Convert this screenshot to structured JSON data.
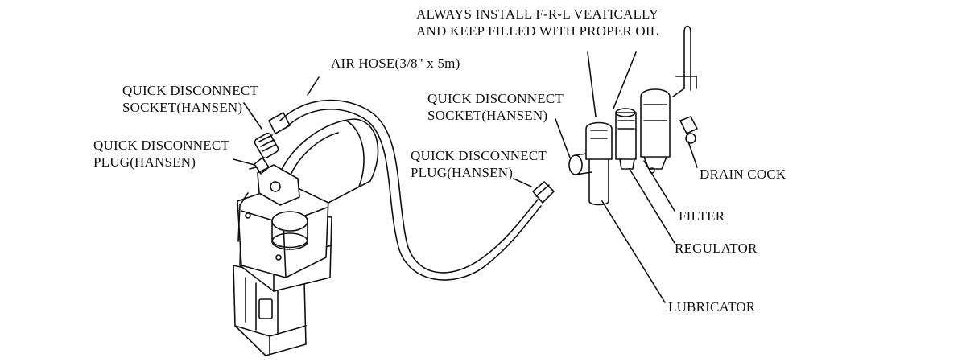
{
  "colors": {
    "ink": "#111111",
    "background": "#ffffff"
  },
  "labels": {
    "install_note": {
      "line1": "ALWAYS INSTALL F-R-L VEATICALLY",
      "line2": "AND KEEP FILLED WITH PROPER OIL"
    },
    "air_hose": "AIR HOSE(3/8\" x 5m)",
    "qd_socket_left": {
      "line1": "QUICK DISCONNECT",
      "line2": "SOCKET(HANSEN)"
    },
    "qd_plug_left": {
      "line1": "QUICK DISCONNECT",
      "line2": "PLUG(HANSEN)"
    },
    "qd_socket_right": {
      "line1": "QUICK DISCONNECT",
      "line2": "SOCKET(HANSEN)"
    },
    "qd_plug_right": {
      "line1": "QUICK DISCONNECT",
      "line2": "PLUG(HANSEN)"
    },
    "drain_cock": "DRAIN COCK",
    "filter": "FILTER",
    "regulator": "REGULATOR",
    "lubricator": "LUBRICATOR"
  }
}
